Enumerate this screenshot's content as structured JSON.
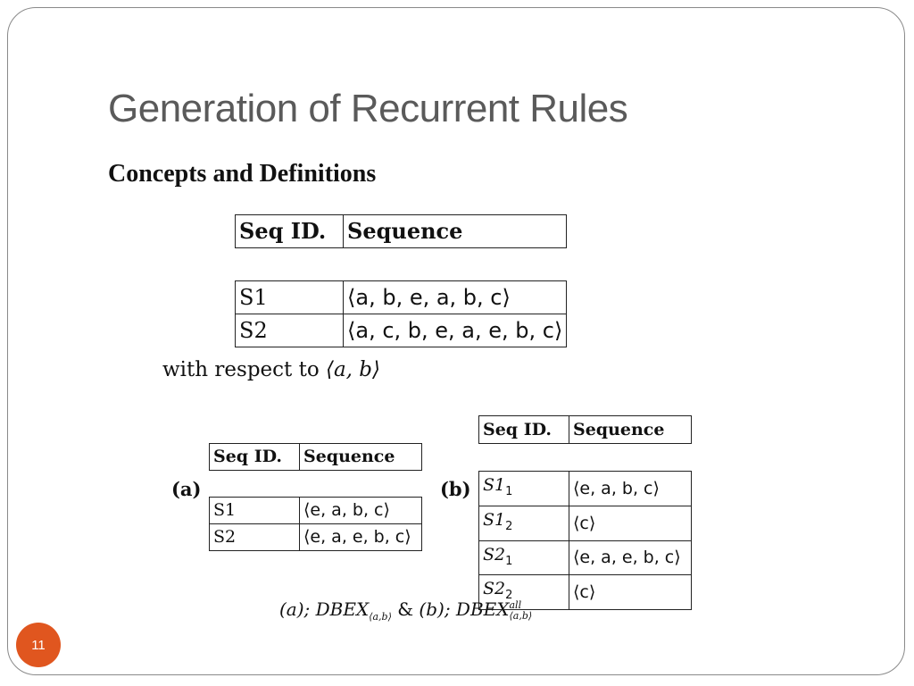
{
  "slide": {
    "title": "Generation of Recurrent Rules",
    "subtitle": "Concepts and Definitions",
    "page_number": "11"
  },
  "main_table": {
    "headers": [
      "Seq ID.",
      "Sequence"
    ],
    "rows": [
      {
        "id": "S1",
        "seq": "⟨a, b, e, a, b, c⟩"
      },
      {
        "id": "S2",
        "seq": "⟨a, c, b, e, a, e, b, c⟩"
      }
    ]
  },
  "respect": {
    "text": "with respect to",
    "pattern": "⟨a, b⟩"
  },
  "table_a": {
    "label": "(a)",
    "headers": [
      "Seq ID.",
      "Sequence"
    ],
    "rows": [
      {
        "id": "S1",
        "seq": "⟨e, a, b, c⟩"
      },
      {
        "id": "S2",
        "seq": "⟨e, a, e, b, c⟩"
      }
    ]
  },
  "table_b": {
    "label": "(b)",
    "headers": [
      "Seq ID.",
      "Sequence"
    ],
    "rows": [
      {
        "id": "S1",
        "sub": "1",
        "seq": "⟨e, a, b, c⟩"
      },
      {
        "id": "S1",
        "sub": "2",
        "seq": "⟨c⟩"
      },
      {
        "id": "S2",
        "sub": "1",
        "seq": "⟨e, a, e, b, c⟩"
      },
      {
        "id": "S2",
        "sub": "2",
        "seq": "⟨c⟩"
      }
    ]
  },
  "caption": {
    "part_a": "(a); DBEX",
    "sub_a": "⟨a,b⟩",
    "amp": "&",
    "part_b": "(b); DBEX",
    "sup_b": "all",
    "sub_b": "⟨a,b⟩"
  }
}
